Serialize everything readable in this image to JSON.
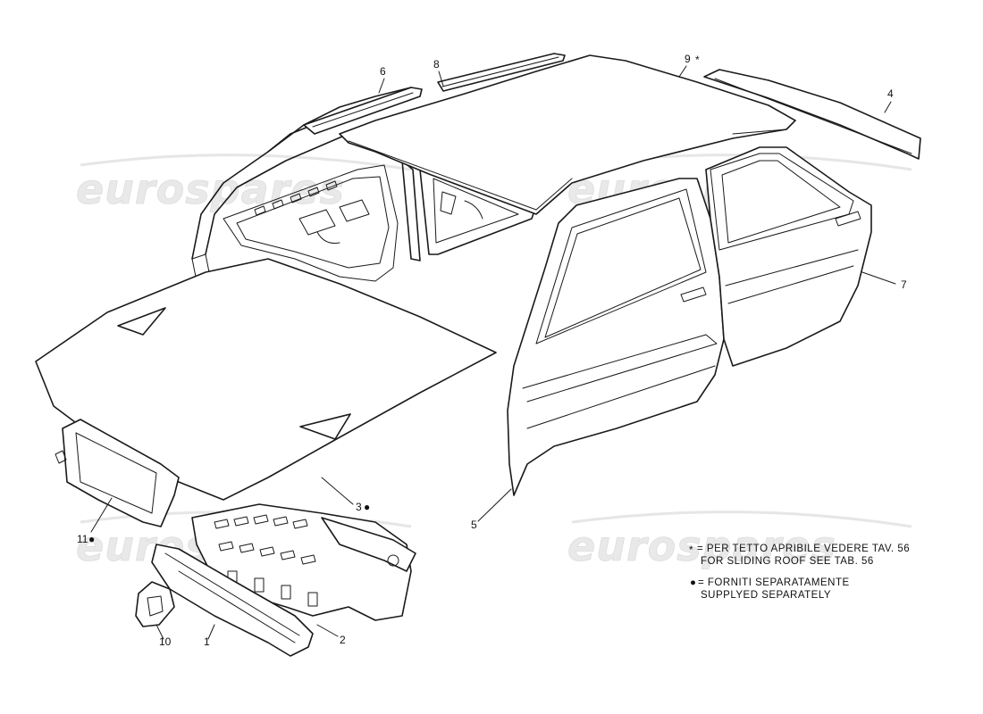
{
  "watermark": {
    "text": "eurospares"
  },
  "callouts": [
    {
      "id": "1",
      "label": "1"
    },
    {
      "id": "2",
      "label": "2"
    },
    {
      "id": "3",
      "label": "3",
      "marker": "●"
    },
    {
      "id": "4",
      "label": "4"
    },
    {
      "id": "5",
      "label": "5"
    },
    {
      "id": "6",
      "label": "6"
    },
    {
      "id": "7",
      "label": "7"
    },
    {
      "id": "8",
      "label": "8"
    },
    {
      "id": "9",
      "label": "9",
      "marker": "*"
    },
    {
      "id": "10",
      "label": "10"
    },
    {
      "id": "11",
      "label": "11",
      "marker": "●"
    }
  ],
  "legend": {
    "asterisk_symbol": "*",
    "asterisk_line1": "= PER TETTO APRIBILE VEDERE TAV. 56",
    "asterisk_line2": "FOR SLIDING ROOF SEE TAB. 56",
    "dot_symbol": "●",
    "dot_line1": "= FORNITI SEPARATAMENTE",
    "dot_line2": "SUPPLYED SEPARATELY"
  }
}
